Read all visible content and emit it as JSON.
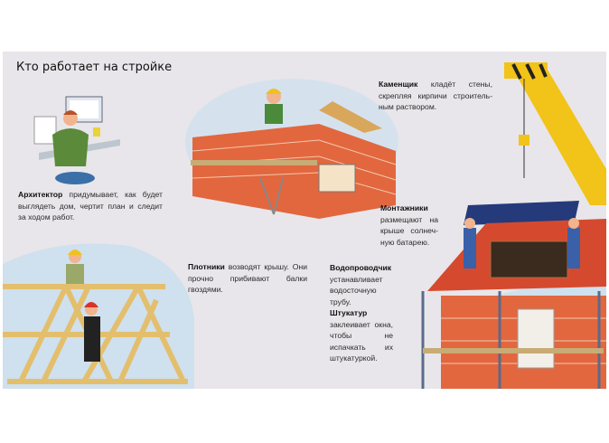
{
  "page": {
    "title": "Кто работает на стройке",
    "captions": {
      "architect": {
        "role": "Архитектор",
        "text": " придумывает, как будет выглядеть дом, чертит план и следит за ходом работ."
      },
      "carpenters": {
        "role": "Плотники",
        "text": " возводят крышу. Они прочно прибивают балки гвоздями."
      },
      "bricklayer": {
        "role": "Каменщик",
        "text": " кладёт стены, скрепляя кирпичи строитель­ным раствором."
      },
      "installers": {
        "role": "Монтажники",
        "text": " размещают на крыше солнеч­ную батарею."
      },
      "plumber": {
        "role": "Водопроводчик",
        "text": " устанавливает водо­сточную трубу."
      },
      "plasterer": {
        "role": "Штукатур",
        "text": " заклеи­вает окна, чтобы не испачкать их штука­туркой."
      }
    }
  },
  "colors": {
    "page": "#e8e6ea",
    "brick": "#e2673e",
    "crane": "#f2c318",
    "wood": "#e9c87a",
    "sky": "#cfe0ee"
  }
}
